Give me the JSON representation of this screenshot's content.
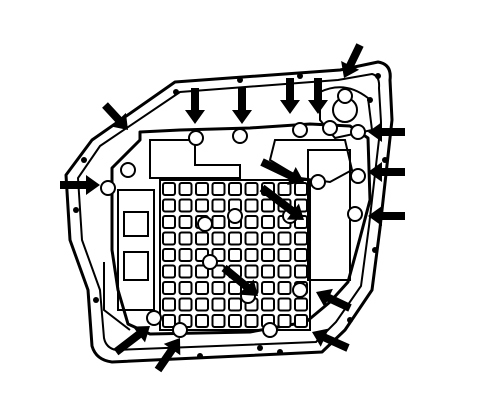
{
  "figure": {
    "kind": "line-art",
    "subject": "valve-body-bolt-locations",
    "colors": {
      "ink": "#000000",
      "paper": "#ffffff"
    },
    "callout_arrow_count": 17,
    "bolt_head_count": 20
  }
}
